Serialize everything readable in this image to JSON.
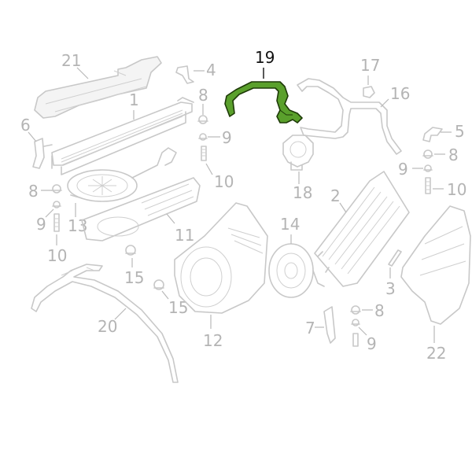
{
  "highlight_color": "#5aa02c",
  "callouts": {
    "c1": "1",
    "c2": "2",
    "c3": "3",
    "c4": "4",
    "c5": "5",
    "c6": "6",
    "c7": "7",
    "c8a": "8",
    "c8b": "8",
    "c8c": "8",
    "c8d": "8",
    "c9a": "9",
    "c9b": "9",
    "c9c": "9",
    "c9d": "9",
    "c10a": "10",
    "c10b": "10",
    "c10c": "10",
    "c11": "11",
    "c12": "12",
    "c13": "13",
    "c14": "14",
    "c15a": "15",
    "c15b": "15",
    "c16": "16",
    "c17": "17",
    "c18": "18",
    "c19": "19",
    "c20": "20",
    "c21": "21",
    "c22": "22"
  }
}
